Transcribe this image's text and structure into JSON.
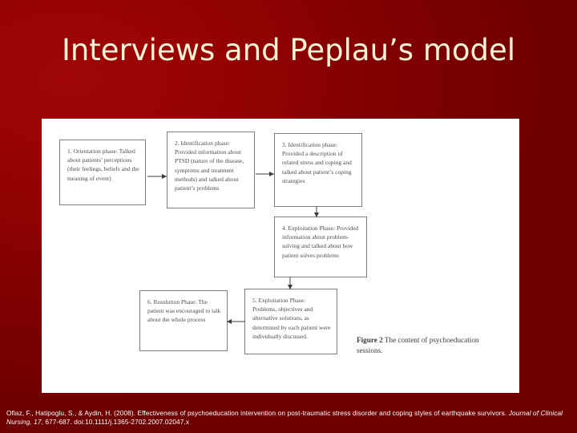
{
  "slide": {
    "title": "Interviews and Peplau’s model",
    "title_color": "#fcf3d6",
    "background_color": "#8a0000"
  },
  "figure": {
    "caption_label": "Figure 2",
    "caption_text": "The content of psychoeducation sessions.",
    "boxes": [
      {
        "id": 1,
        "text": "1. Orientation phase: Talked about patients’ perceptions (their feelings, beliefs and the meaning of event)"
      },
      {
        "id": 2,
        "text": "2. Identification phase: Provided information about PTSD (nature of the disease, symptoms and treatment methods) and talked about patient’s problems"
      },
      {
        "id": 3,
        "text": "3. Identification phase: Provided a description of related stress and coping and talked about patient’s coping strategies"
      },
      {
        "id": 4,
        "text": "4. Exploitation Phase: Provided information about problem-solving and talked about how patient solves problems"
      },
      {
        "id": 5,
        "text": "5. Exploitation Phase: Problems, objectives and alternative solutions, as determined by each patient were individually discussed."
      },
      {
        "id": 6,
        "text": "6. Resolution Phase: The patient was encouraged to talk about the whole process"
      }
    ],
    "arrows": [
      {
        "from": 1,
        "to": 2,
        "direction": "right"
      },
      {
        "from": 2,
        "to": 3,
        "direction": "right"
      },
      {
        "from": 3,
        "to": 4,
        "direction": "down"
      },
      {
        "from": 4,
        "to": 5,
        "direction": "down"
      },
      {
        "from": 5,
        "to": 6,
        "direction": "left"
      }
    ]
  },
  "citation": {
    "line1": "Oflaz, F., Hatipoglu, S., & Aydin, H. (2008). Effectiveness of psychoeducation intervention on post-traumatic stress disorder and coping styles of earthquake",
    "line2_prefix": "survivors. ",
    "line2_italic": "Journal of Clinical Nursing, 17",
    "line2_suffix": ", 677-687. doi:10.1111/j.1365-2702.2007.02047.x"
  }
}
